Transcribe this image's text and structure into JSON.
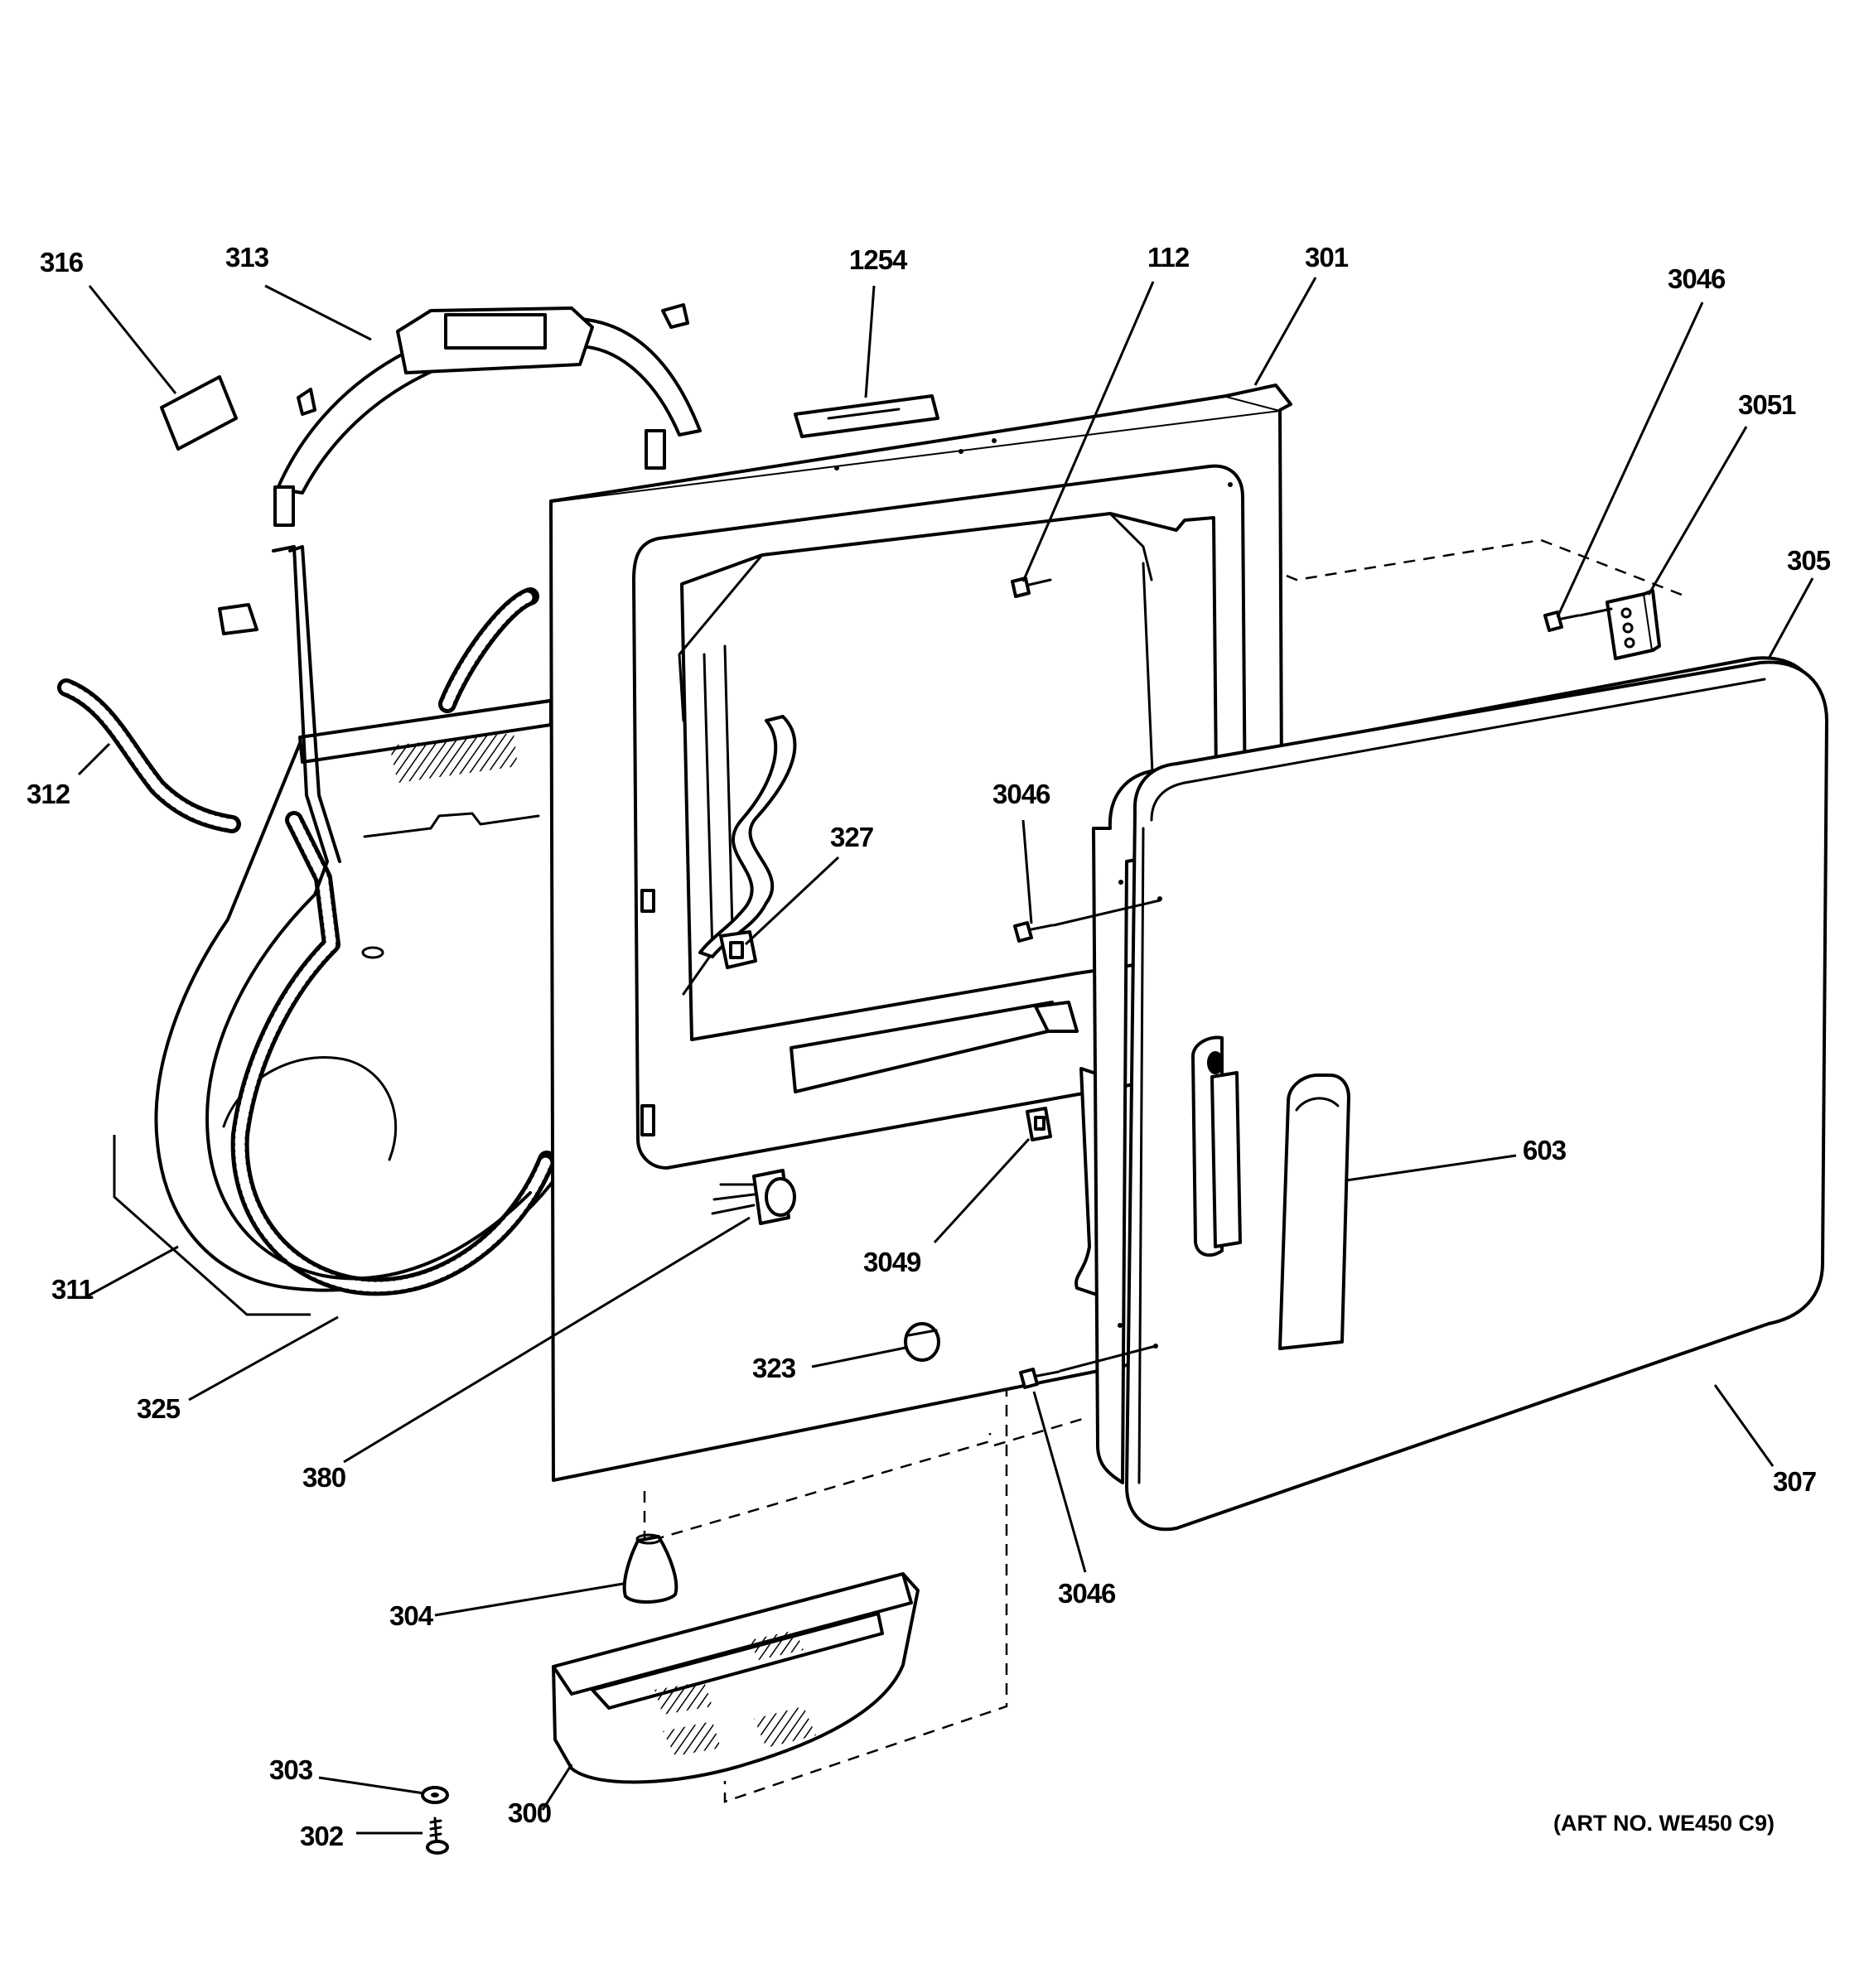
{
  "callouts": {
    "c316": "316",
    "c313": "313",
    "c1254": "1254",
    "c112": "112",
    "c301": "301",
    "c3046_top": "3046",
    "c3051": "3051",
    "c305": "305",
    "c312": "312",
    "c3046_mid": "3046",
    "c327": "327",
    "c603": "603",
    "c3049": "3049",
    "c311": "311",
    "c325": "325",
    "c323": "323",
    "c380": "380",
    "c307": "307",
    "c3046_bot": "3046",
    "c304": "304",
    "c303": "303",
    "c300": "300",
    "c302": "302"
  },
  "art_number": "(ART NO. WE450 C9)"
}
